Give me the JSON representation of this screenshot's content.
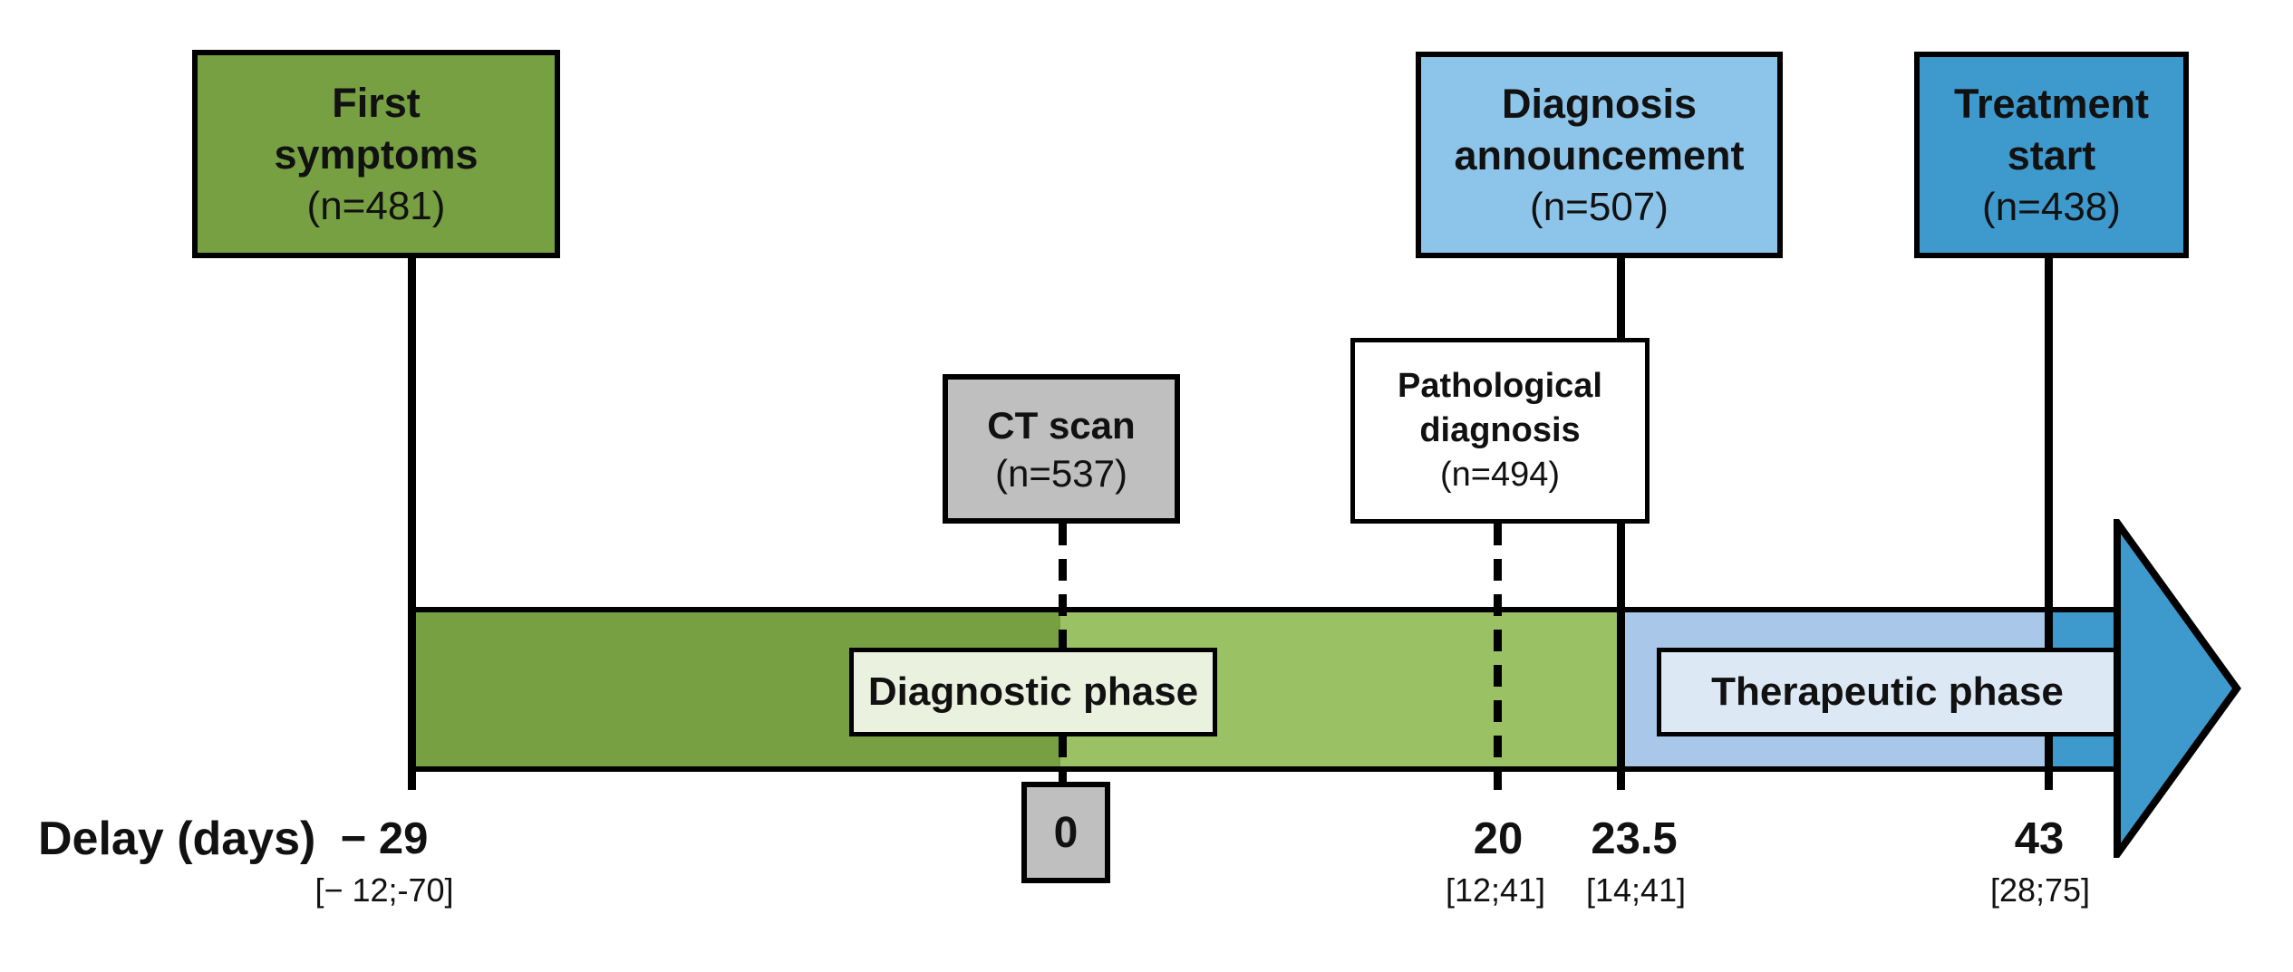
{
  "boxes": {
    "first_symptoms": {
      "line1": "First",
      "line2": "symptoms",
      "n": "(n=481)"
    },
    "ct_scan": {
      "line1": "CT scan",
      "n": "(n=537)"
    },
    "pathological_diagnosis": {
      "line1": "Pathological",
      "line2": "diagnosis",
      "n": "(n=494)"
    },
    "diagnosis_announcement": {
      "line1": "Diagnosis",
      "line2": "announcement",
      "n": "(n=507)"
    },
    "treatment_start": {
      "line1": "Treatment",
      "line2": "start",
      "n": "(n=438)"
    }
  },
  "phases": {
    "diagnostic": "Diagnostic phase",
    "therapeutic": "Therapeutic phase"
  },
  "axis": {
    "label": "Delay (days)",
    "ticks": [
      {
        "value": "− 29",
        "iqr": "[− 12;-70]"
      },
      {
        "value": "0",
        "iqr": ""
      },
      {
        "value": "20",
        "iqr": "[12;41]"
      },
      {
        "value": "23.5",
        "iqr": "[14;41]"
      },
      {
        "value": "43",
        "iqr": "[28;75]"
      }
    ]
  },
  "colors": {
    "green_dark": "#77A042",
    "green_light": "#9AC163",
    "blue_box_light": "#8DC4E9",
    "blue_dark": "#3E9ACD",
    "band_blue_light": "#A9C7E8",
    "diagnostic_label_bg": "#EBF1DF",
    "therapeutic_label_bg": "#DCE9F5",
    "gray_box": "#BFBFBF",
    "outline": "#000000"
  }
}
